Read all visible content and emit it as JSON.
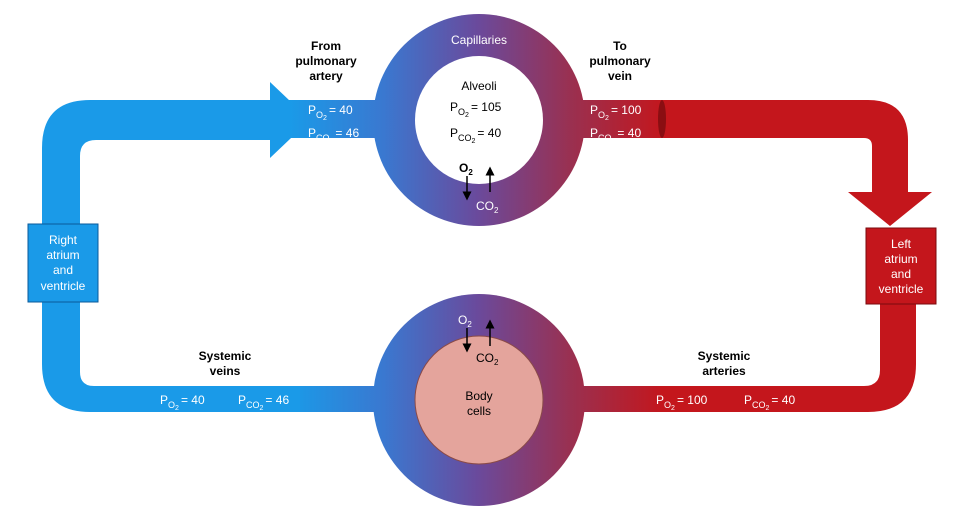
{
  "colors": {
    "deoxygenated": "#1a9ae8",
    "oxygenated": "#c4161c",
    "capillary_mid": "#6a4a9c",
    "body_cells": "#e4a49c",
    "text_dark": "#000000",
    "text_light": "#ffffff"
  },
  "capillaries": {
    "title": "Capillaries"
  },
  "alveoli": {
    "title": "Alveoli",
    "po2_value": "= 105",
    "pco2_value": "= 40",
    "o2_label": "O",
    "co2_label": "CO"
  },
  "pulmonary_artery": {
    "label_line1": "From",
    "label_line2": "pulmonary",
    "label_line3": "artery",
    "po2_value": "= 40",
    "pco2_value": "= 46"
  },
  "pulmonary_vein": {
    "label_line1": "To",
    "label_line2": "pulmonary",
    "label_line3": "vein",
    "po2_value": "= 100",
    "pco2_value": "= 40"
  },
  "right_heart": {
    "line1": "Right",
    "line2": "atrium",
    "line3": "and",
    "line4": "ventricle"
  },
  "left_heart": {
    "line1": "Left",
    "line2": "atrium",
    "line3": "and",
    "line4": "ventricle"
  },
  "systemic_veins": {
    "label_line1": "Systemic",
    "label_line2": "veins",
    "po2_value": "= 40",
    "pco2_value": "= 46"
  },
  "systemic_arteries": {
    "label_line1": "Systemic",
    "label_line2": "arteries",
    "po2_value": "= 100",
    "pco2_value": "= 40"
  },
  "body_cells": {
    "line1": "Body",
    "line2": "cells",
    "o2_label": "O",
    "co2_label": "CO"
  },
  "symbols": {
    "p": "P",
    "sub_o2": "O",
    "sub_co2": "CO",
    "sub_two": "2"
  }
}
